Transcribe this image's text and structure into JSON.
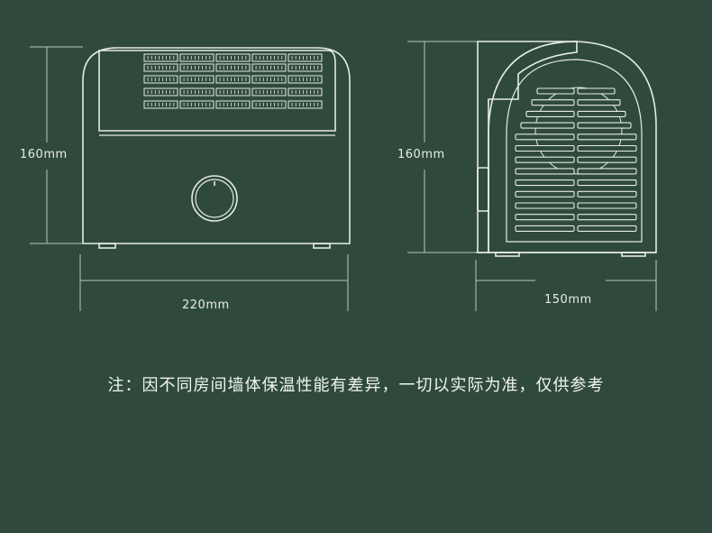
{
  "front_view": {
    "height_label": "160mm",
    "width_label": "220mm"
  },
  "side_view": {
    "height_label": "160mm",
    "depth_label": "150mm"
  },
  "note": "注：因不同房间墙体保温性能有差异，一切以实际为准，仅供参考",
  "colors": {
    "background": "#2f4a3c",
    "line": "#e6ebe7",
    "dim_line": "#b9c6bd"
  }
}
